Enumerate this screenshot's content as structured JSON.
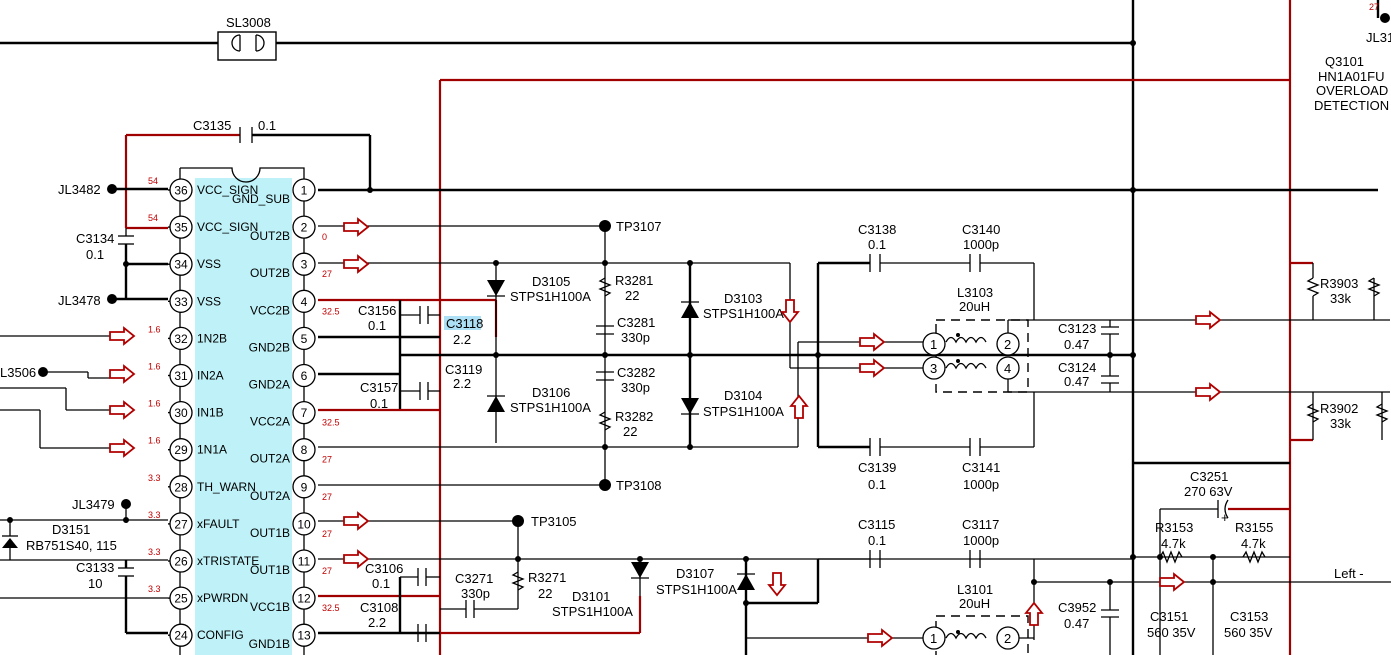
{
  "top": {
    "sl3008": "SL3008",
    "q3101_ref": "Q3101",
    "q3101_part": "HN1A01FU",
    "q3101_desc1": "OVERLOAD",
    "q3101_desc2": "DETECTION",
    "jl_top": "JL31",
    "jl_top_num": "27"
  },
  "ic_pins_left": [
    {
      "num": "36",
      "name": "VCC_SIGN",
      "volt": "54"
    },
    {
      "num": "35",
      "name": "VCC_SIGN",
      "volt": "54"
    },
    {
      "num": "34",
      "name": "VSS",
      "volt": ""
    },
    {
      "num": "33",
      "name": "VSS",
      "volt": ""
    },
    {
      "num": "32",
      "name": "1N2B",
      "volt": "1.6"
    },
    {
      "num": "31",
      "name": "IN2A",
      "volt": "1.6"
    },
    {
      "num": "30",
      "name": "IN1B",
      "volt": "1.6"
    },
    {
      "num": "29",
      "name": "1N1A",
      "volt": "1.6"
    },
    {
      "num": "28",
      "name": "TH_WARN",
      "volt": "3.3"
    },
    {
      "num": "27",
      "name": "xFAULT",
      "volt": "3.3"
    },
    {
      "num": "26",
      "name": "xTRISTATE",
      "volt": "3.3"
    },
    {
      "num": "25",
      "name": "xPWRDN",
      "volt": "3.3"
    },
    {
      "num": "24",
      "name": "CONFIG",
      "volt": ""
    }
  ],
  "ic_pins_right": [
    {
      "num": "1",
      "name": "GND_SUB",
      "volt": ""
    },
    {
      "num": "2",
      "name": "OUT2B",
      "volt": "0"
    },
    {
      "num": "3",
      "name": "OUT2B",
      "volt": "27"
    },
    {
      "num": "4",
      "name": "VCC2B",
      "volt": "32.5"
    },
    {
      "num": "5",
      "name": "GND2B",
      "volt": ""
    },
    {
      "num": "6",
      "name": "GND2A",
      "volt": ""
    },
    {
      "num": "7",
      "name": "VCC2A",
      "volt": "32.5"
    },
    {
      "num": "8",
      "name": "OUT2A",
      "volt": "27"
    },
    {
      "num": "9",
      "name": "OUT2A",
      "volt": "27"
    },
    {
      "num": "10",
      "name": "OUT1B",
      "volt": "27"
    },
    {
      "num": "11",
      "name": "OUT1B",
      "volt": "27"
    },
    {
      "num": "12",
      "name": "VCC1B",
      "volt": "32.5"
    },
    {
      "num": "13",
      "name": "GND1B",
      "volt": ""
    }
  ],
  "left_parts": {
    "jl3482": "JL3482",
    "jl3478": "JL3478",
    "jl3479": "JL3479",
    "l3506": "L3506",
    "c3134": "C3134",
    "c3134_v": "0.1",
    "c3135": "C3135",
    "c3135_v": "0.1",
    "d3151": "D3151",
    "d3151_v": "RB751S40, 115",
    "c3133": "C3133",
    "c3133_v": "10"
  },
  "mid_parts": {
    "c3156": "C3156",
    "c3156_v": "0.1",
    "c3118": "C3118",
    "c3118_v": "2.2",
    "c3157": "C3157",
    "c3157_v": "0.1",
    "c3119": "C3119",
    "c3119_v": "2.2",
    "c3106": "C3106",
    "c3106_v": "0.1",
    "c3108": "C3108",
    "c3108_v": "2.2",
    "c3271": "C3271",
    "c3271_v": "330p",
    "r3271": "R3271",
    "r3271_v": "22",
    "tp3107": "TP3107",
    "tp3108": "TP3108",
    "tp3105": "TP3105",
    "d3105": "D3105",
    "d3105_v": "STPS1H100A",
    "d3106": "D3106",
    "d3106_v": "STPS1H100A",
    "d3103": "D3103",
    "d3103_v": "STPS1H100A",
    "d3104": "D3104",
    "d3104_v": "STPS1H100A",
    "d3101": "D3101",
    "d3101_v": "STPS1H100A",
    "d3107": "D3107",
    "d3107_v": "STPS1H100A",
    "r3281": "R3281",
    "r3281_v": "22",
    "c3281": "C3281",
    "c3281_v": "330p",
    "c3282": "C3282",
    "c3282_v": "330p",
    "r3282": "R3282",
    "r3282_v": "22"
  },
  "right_parts": {
    "c3138": "C3138",
    "c3138_v": "0.1",
    "c3140": "C3140",
    "c3140_v": "1000p",
    "l3103": "L3103",
    "l3103_v": "20uH",
    "c3139": "C3139",
    "c3139_v": "0.1",
    "c3141": "C3141",
    "c3141_v": "1000p",
    "c3123": "C3123",
    "c3123_v": "0.47",
    "c3124": "C3124",
    "c3124_v": "0.47",
    "c3115": "C3115",
    "c3115_v": "0.1",
    "c3117": "C3117",
    "c3117_v": "1000p",
    "l3101": "L3101",
    "l3101_v": "20uH",
    "c3952": "C3952",
    "c3952_v": "0.47",
    "r3903": "R3903",
    "r3903_v": "33k",
    "r3902": "R3902",
    "r3902_v": "33k",
    "c3251": "C3251",
    "c3251_v": "270 63V",
    "r3153": "R3153",
    "r3153_v": "4.7k",
    "r3155": "R3155",
    "r3155_v": "4.7k",
    "c3151": "C3151",
    "c3151_v": "560 35V",
    "c3153": "C3153",
    "c3153_v": "560 35V",
    "left_out": "Left -",
    "pin1": "1",
    "pin2": "2",
    "pin3": "3",
    "pin4": "4",
    "plus": "+"
  }
}
